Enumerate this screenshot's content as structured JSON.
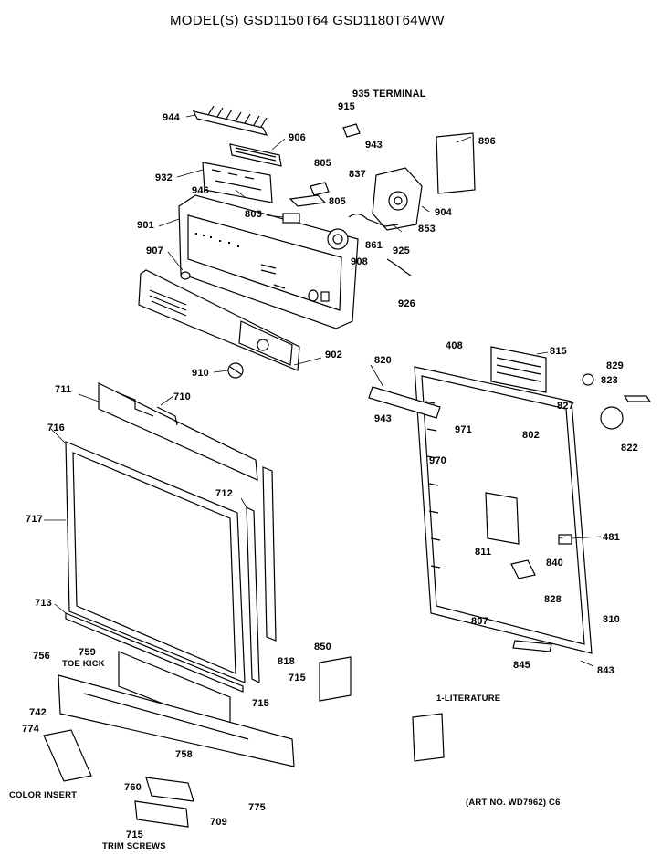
{
  "title": "MODEL(S) GSD1150T64  GSD1180T64WW",
  "art_no": "(ART NO. WD7962)  C6",
  "labels": {
    "p935": "935 TERMINAL",
    "p915": "915",
    "p944": "944",
    "p906": "906",
    "p943a": "943",
    "p896": "896",
    "p805a": "805",
    "p837": "837",
    "p932": "932",
    "p946": "946",
    "p805b": "805",
    "p904": "904",
    "p803": "803",
    "p901": "901",
    "p853": "853",
    "p861": "861",
    "p925": "925",
    "p907": "907",
    "p908": "908",
    "p926": "926",
    "p902": "902",
    "p820": "820",
    "p408": "408",
    "p815": "815",
    "p829": "829",
    "p910": "910",
    "p823": "823",
    "p711": "711",
    "p710": "710",
    "p827": "827",
    "p943b": "943",
    "p971": "971",
    "p802": "802",
    "p716": "716",
    "p822": "822",
    "p970": "970",
    "p712": "712",
    "p717": "717",
    "p811": "811",
    "p481": "481",
    "p840": "840",
    "p828": "828",
    "p713": "713",
    "p807": "807",
    "p810": "810",
    "p818": "818",
    "p850": "850",
    "p756": "756",
    "p759": "759",
    "toe_kick": "TOE KICK",
    "p715a": "715",
    "p845": "845",
    "p843": "843",
    "p715b": "715",
    "p742": "742",
    "literature": "1-LITERATURE",
    "p774": "774",
    "p758": "758",
    "color_insert": "COLOR INSERT",
    "p760": "760",
    "p775": "775",
    "p709": "709",
    "p715c": "715",
    "trim_screws": "TRIM SCREWS"
  }
}
